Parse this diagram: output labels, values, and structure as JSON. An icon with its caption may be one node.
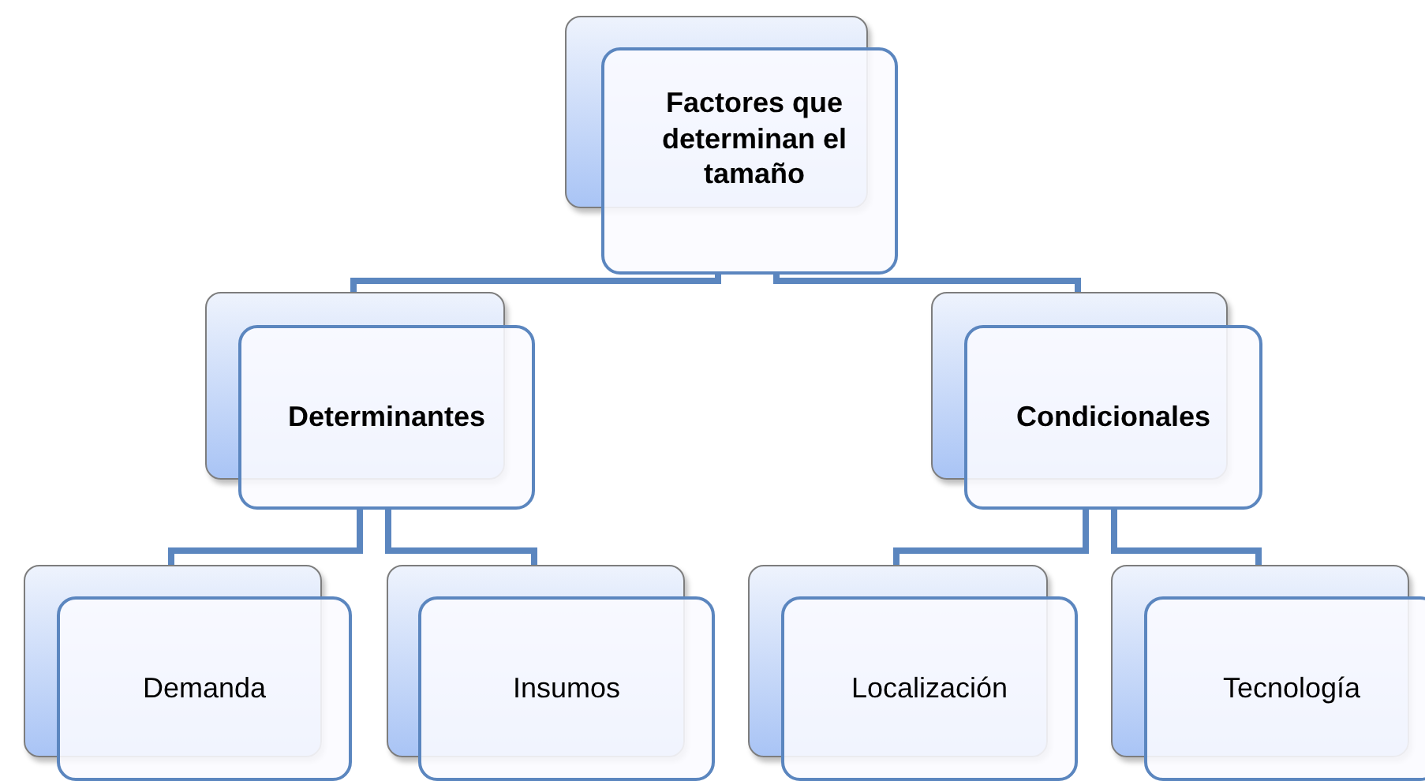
{
  "diagram": {
    "nodes": [
      {
        "text": [
          "Factores que determinan el tamaño"
        ]
      },
      {
        "text": [
          "Determinantes"
        ]
      },
      {
        "text": [
          "Condicionales"
        ]
      },
      {
        "text": [
          "Demanda"
        ]
      },
      {
        "text": [
          "Insumos"
        ]
      },
      {
        "text": [
          "Localización"
        ]
      },
      {
        "text": [
          "Tecnología"
        ]
      }
    ],
    "edges": [
      {
        "from": 0,
        "to": 1,
        "arrow": "none"
      },
      {
        "from": 0,
        "to": 2,
        "arrow": "none"
      },
      {
        "from": 1,
        "to": 3,
        "arrow": "none"
      },
      {
        "from": 1,
        "to": 4,
        "arrow": "none"
      },
      {
        "from": 2,
        "to": 5,
        "arrow": "none"
      },
      {
        "from": 2,
        "to": 6,
        "arrow": "none"
      }
    ]
  }
}
